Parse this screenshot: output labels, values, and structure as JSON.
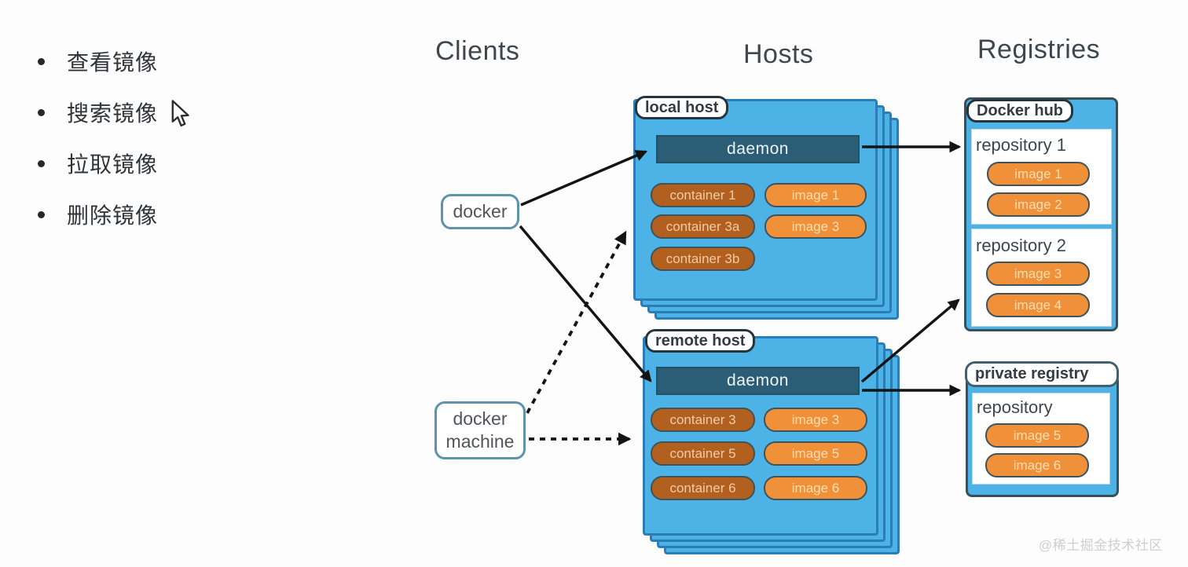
{
  "titles": {
    "clients": "Clients",
    "hosts": "Hosts",
    "registries": "Registries"
  },
  "bullets": [
    "查看镜像",
    "搜索镜像",
    "拉取镜像",
    "删除镜像"
  ],
  "clients": {
    "docker": "docker",
    "docker_machine": "docker machine"
  },
  "hosts": {
    "local": {
      "label": "local host",
      "daemon": "daemon",
      "containers": [
        "container 1",
        "container 3a",
        "container 3b"
      ],
      "images": [
        "image 1",
        "image 3"
      ]
    },
    "remote": {
      "label": "remote host",
      "daemon": "daemon",
      "containers": [
        "container 3",
        "container 5",
        "container 6"
      ],
      "images": [
        "image 3",
        "image 5",
        "image 6"
      ]
    }
  },
  "registries": {
    "docker_hub": {
      "label": "Docker hub",
      "repo1": {
        "name": "repository 1",
        "images": [
          "image 1",
          "image 2"
        ]
      },
      "repo2": {
        "name": "repository 2",
        "images": [
          "image 3",
          "image 4"
        ]
      }
    },
    "private": {
      "label": "private registry",
      "repo": {
        "name": "repository",
        "images": [
          "image 5",
          "image 6"
        ]
      }
    }
  },
  "watermark": "@稀土掘金技术社区",
  "colors": {
    "host_fill": "#4db3e6",
    "host_border": "#2a7db8",
    "registry_border": "#3a4f58",
    "daemon_fill": "#2b5e76",
    "container_fill": "#b2601f",
    "image_fill": "#f0913a",
    "arrow": "#141414",
    "label_border": "#26343b",
    "client_border": "#5d93ab"
  }
}
